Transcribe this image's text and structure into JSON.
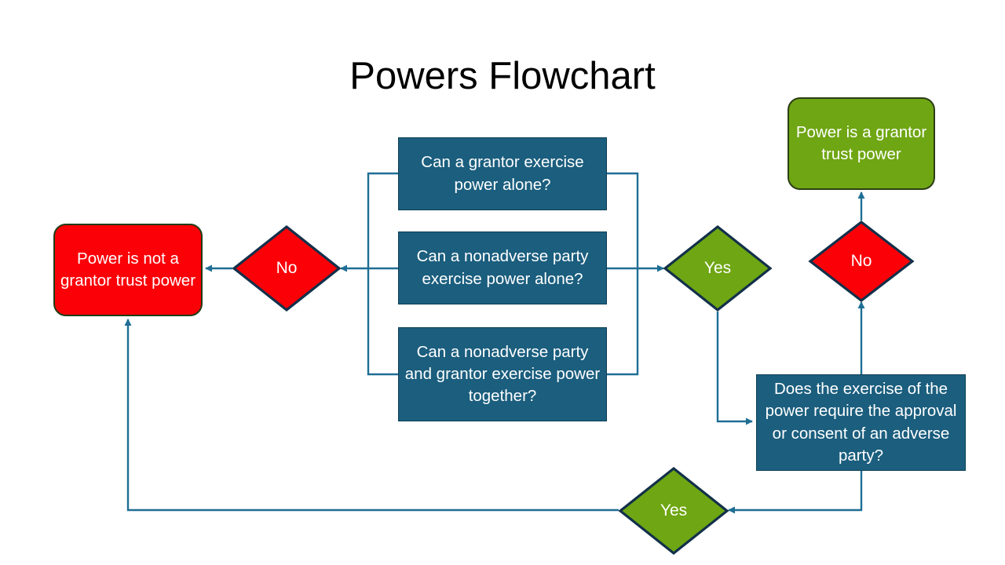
{
  "page": {
    "title": "Powers Flowchart",
    "background": "#ffffff"
  },
  "colors": {
    "process_fill": "#1B5E7E",
    "process_border": "#0E3F55",
    "negative_fill": "#FB0007",
    "positive_fill": "#6FA613",
    "connector": "#1F6E94",
    "shape_outline": "#12304A",
    "text_on_shape": "#FFFFFF",
    "title_text": "#000000"
  },
  "nodes": {
    "question_grantor_alone": {
      "type": "process",
      "label": "Can a grantor exercise power alone?"
    },
    "question_nonadverse_alone": {
      "type": "process",
      "label": "Can a nonadverse party exercise power alone?"
    },
    "question_nonadverse_and_grantor": {
      "type": "process",
      "label": "Can a nonadverse party and grantor exercise power together?"
    },
    "question_adverse_consent": {
      "type": "process",
      "label": "Does the exercise of the power require the approval or consent of an adverse party?"
    },
    "decision_left_no": {
      "type": "decision",
      "label": "No"
    },
    "decision_center_yes": {
      "type": "decision",
      "label": "Yes"
    },
    "decision_right_no": {
      "type": "decision",
      "label": "No"
    },
    "decision_bottom_yes": {
      "type": "decision",
      "label": "Yes"
    },
    "result_not_grantor_trust": {
      "type": "terminator",
      "label": "Power is not a grantor trust power"
    },
    "result_is_grantor_trust": {
      "type": "terminator",
      "label": "Power is a grantor trust power"
    }
  }
}
